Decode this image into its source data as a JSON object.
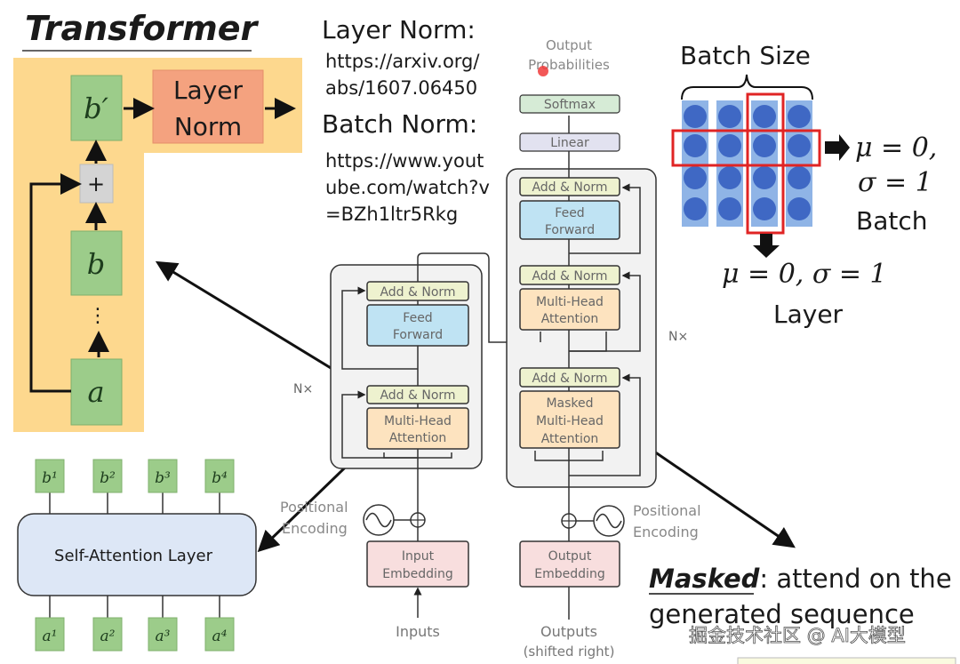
{
  "title": "Transformer",
  "residual_block": {
    "b_prime": "b′",
    "layer_norm_line1": "Layer",
    "layer_norm_line2": "Norm",
    "plus": "+",
    "b": "b",
    "dots": "⋮",
    "a": "a"
  },
  "self_attention": {
    "label": "Self-Attention Layer",
    "outputs": [
      "b¹",
      "b²",
      "b³",
      "b⁴"
    ],
    "inputs": [
      "a¹",
      "a²",
      "a³",
      "a⁴"
    ]
  },
  "references": {
    "layer_norm_heading": "Layer Norm:",
    "layer_norm_url_1": "https://arxiv.org/",
    "layer_norm_url_2": "abs/1607.06450",
    "batch_norm_heading": "Batch Norm:",
    "batch_norm_url_1": "https://www.yout",
    "batch_norm_url_2": "ube.com/watch?v",
    "batch_norm_url_3": "=BZh1ltr5Rkg"
  },
  "transformer": {
    "output_probabilities_1": "Output",
    "output_probabilities_2": "Probabilities",
    "softmax": "Softmax",
    "linear": "Linear",
    "add_norm": "Add & Norm",
    "feed": "Feed",
    "forward": "Forward",
    "multi_head": "Multi-Head",
    "attention": "Attention",
    "masked": "Masked",
    "nx": "N×",
    "positional": "Positional",
    "encoding": "Encoding",
    "input": "Input",
    "output": "Output",
    "embedding": "Embedding",
    "inputs": "Inputs",
    "outputs": "Outputs",
    "shifted_right": "(shifted right)"
  },
  "normalization": {
    "batch_size": "Batch Size",
    "batch_mu": "μ = 0,",
    "batch_sigma": "σ = 1",
    "batch_label": "Batch",
    "layer_stats": "μ = 0, σ = 1",
    "layer_label": "Layer"
  },
  "masked_note": {
    "keyword": "Masked",
    "rest_line1": ": attend on the",
    "line2": "generated sequence"
  },
  "watermark": "掘金技术社区 @ AI大模型",
  "colors": {
    "orange_bg": "#fdd88e",
    "green_box": "#9ccc8a",
    "layer_norm_box": "#f4a27f",
    "add_norm": "#eef2cf",
    "feed_forward": "#bfe3f3",
    "attention": "#fde3bf",
    "embedding": "#f8dede",
    "batch_cell": "#8fb4e6",
    "batch_dot": "#3f68c4",
    "highlight": "#e02424"
  }
}
